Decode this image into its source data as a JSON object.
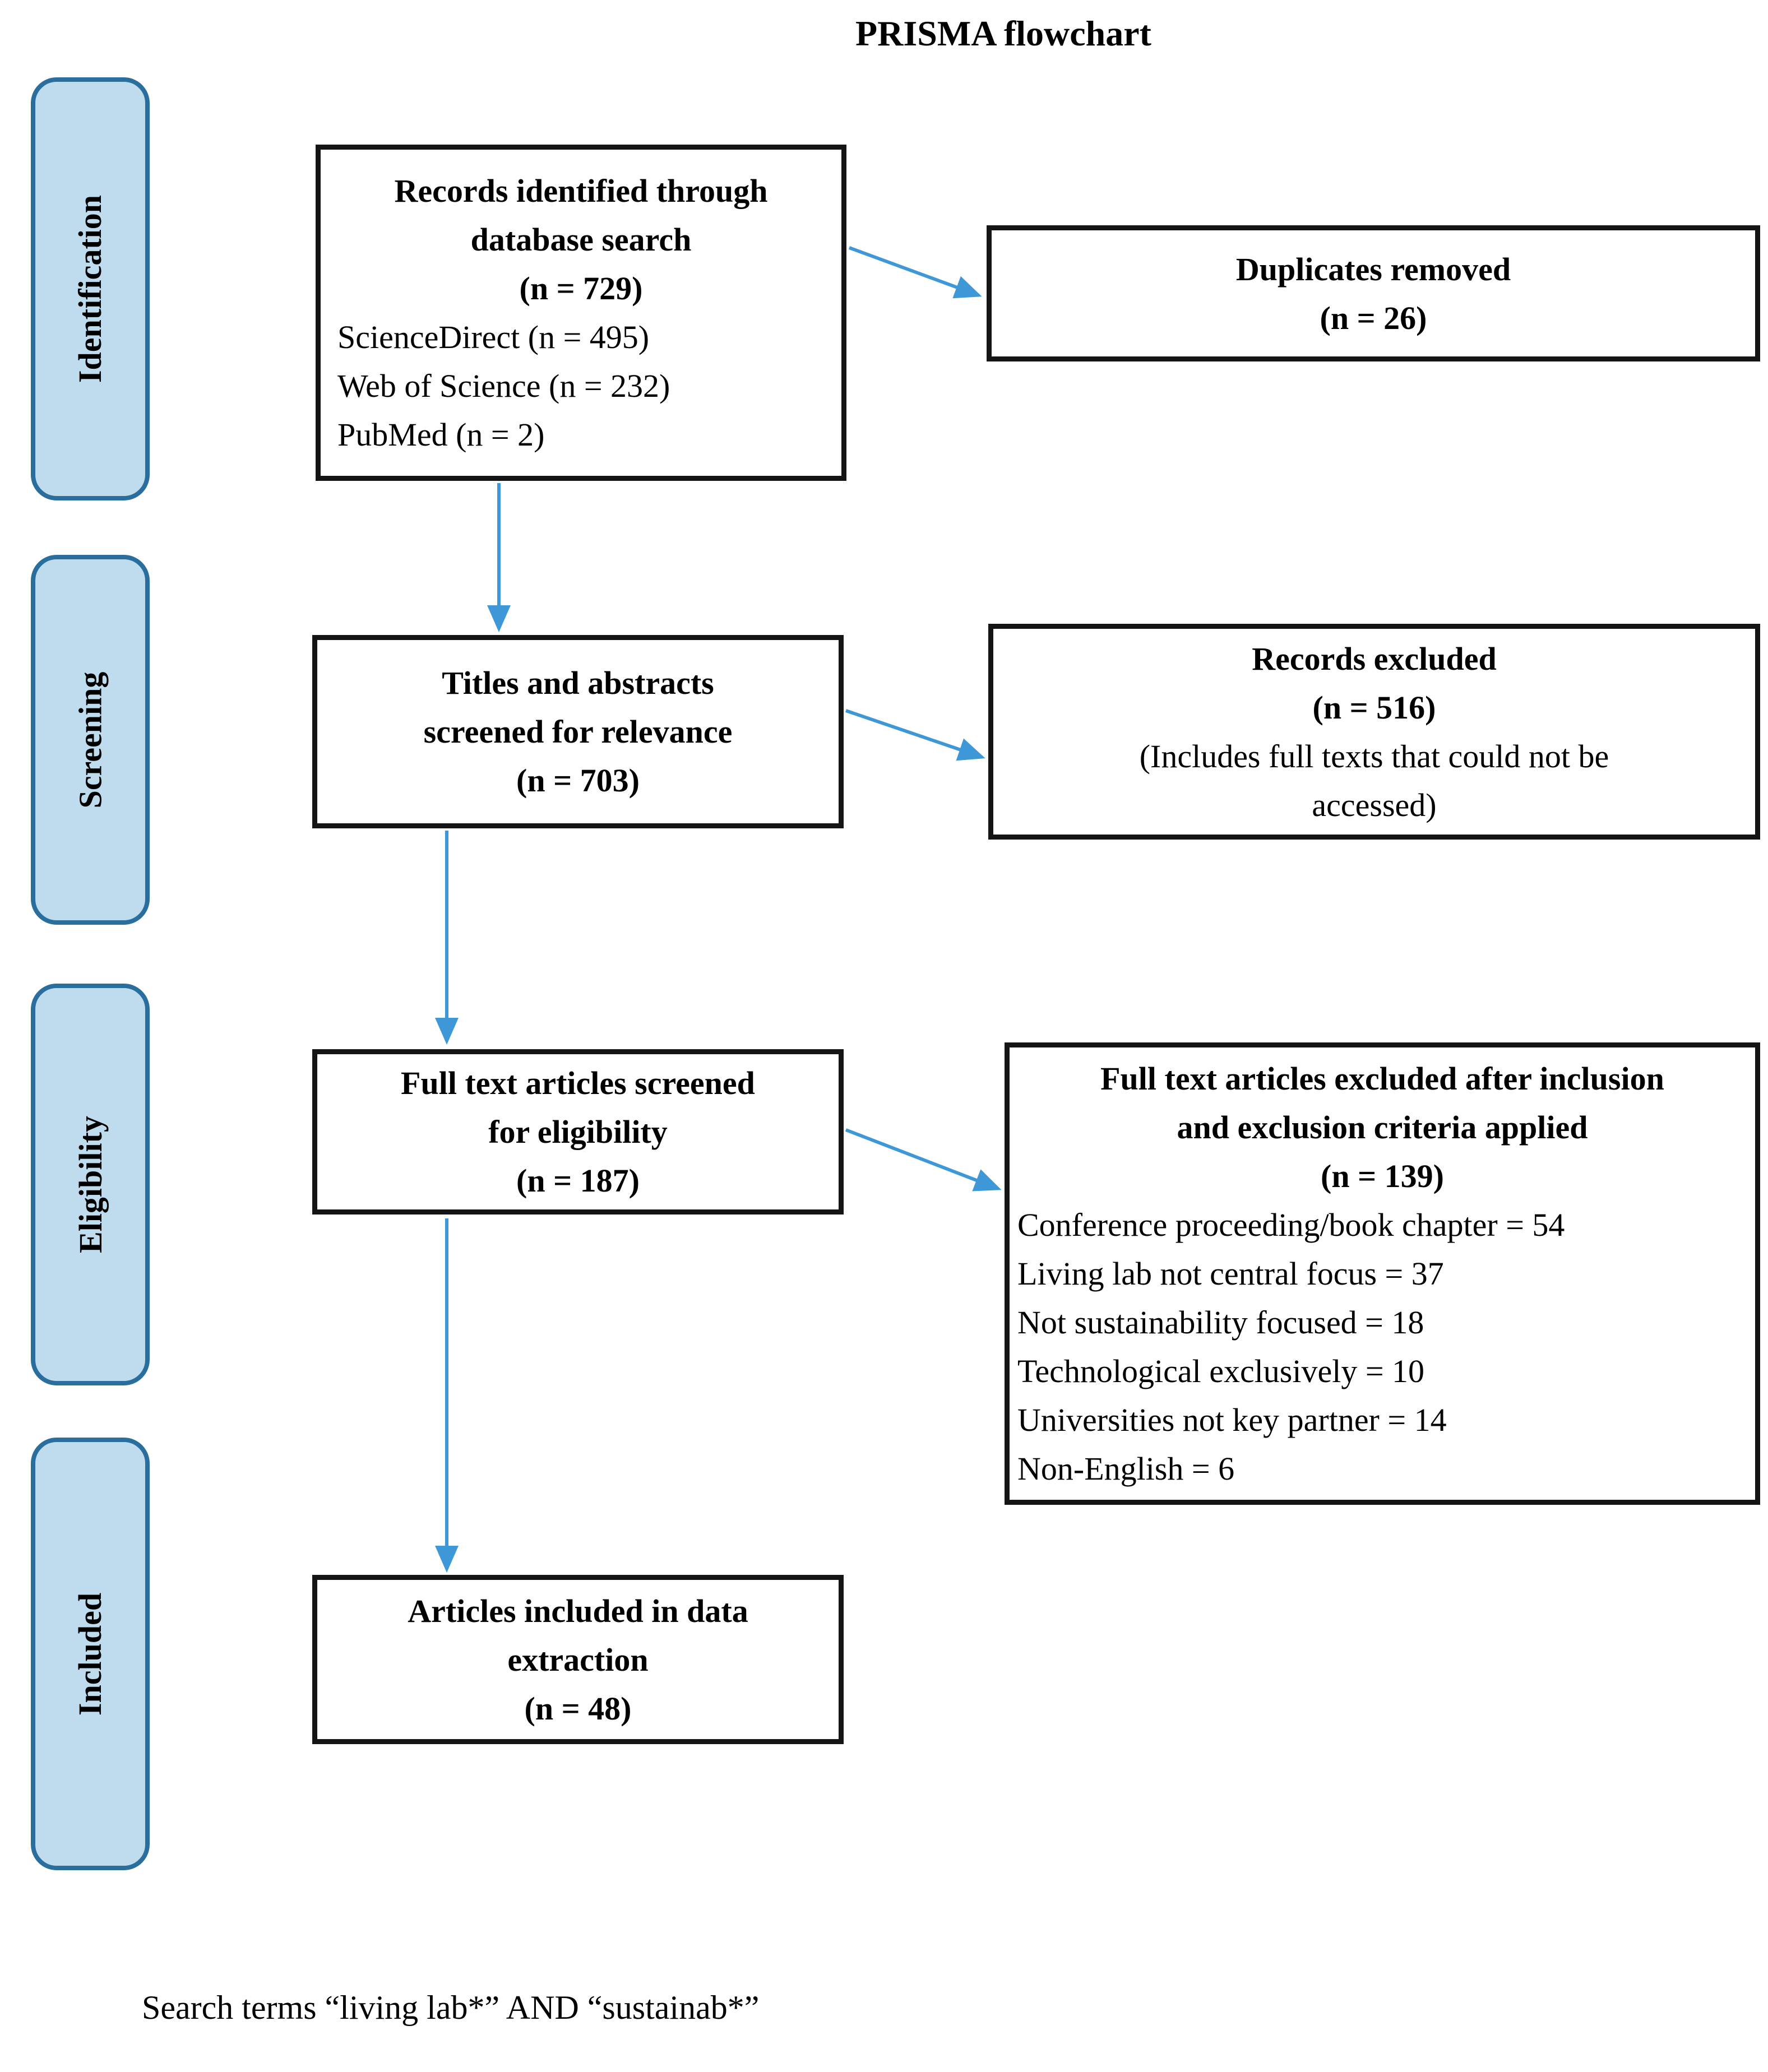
{
  "title": "PRISMA flowchart",
  "footnote": "Search terms “living lab*” AND “sustainab*”",
  "colors": {
    "arrow": "#3E98D8",
    "stage_fill": "#BFDCEE",
    "stage_border": "#2A6E9E",
    "box_border": "#141414",
    "text": "#000000",
    "background": "#FFFFFF"
  },
  "stages": [
    {
      "label": "Identification"
    },
    {
      "label": "Screening"
    },
    {
      "label": "Eligibility"
    },
    {
      "label": "Included"
    }
  ],
  "boxes": {
    "records_identified": {
      "bold_lines": [
        "Records identified through",
        "database search",
        "(n = 729)"
      ],
      "detail_lines": [
        "ScienceDirect (n = 495)",
        "Web of Science (n = 232)",
        "PubMed (n = 2)"
      ]
    },
    "duplicates_removed": {
      "bold_lines": [
        "Duplicates removed",
        "(n = 26)"
      ]
    },
    "titles_abstracts": {
      "bold_lines": [
        "Titles and abstracts",
        "screened for relevance",
        "(n = 703)"
      ]
    },
    "records_excluded": {
      "bold_lines": [
        "Records excluded",
        "(n = 516)"
      ],
      "detail_lines": [
        "(Includes full texts that could not be",
        "accessed)"
      ]
    },
    "fulltext_screened": {
      "bold_lines": [
        "Full text articles screened",
        "for eligibility",
        "(n = 187)"
      ]
    },
    "fulltext_excluded": {
      "bold_lines": [
        "Full text articles excluded after inclusion",
        "and exclusion criteria applied",
        "(n = 139)"
      ],
      "detail_lines": [
        "Conference proceeding/book chapter = 54",
        "Living lab not central focus = 37",
        "Not sustainability focused = 18",
        "Technological exclusively = 10",
        "Universities not key partner = 14",
        "Non-English = 6"
      ]
    },
    "articles_included": {
      "bold_lines": [
        "Articles included in data",
        "extraction",
        "(n = 48)"
      ]
    }
  }
}
